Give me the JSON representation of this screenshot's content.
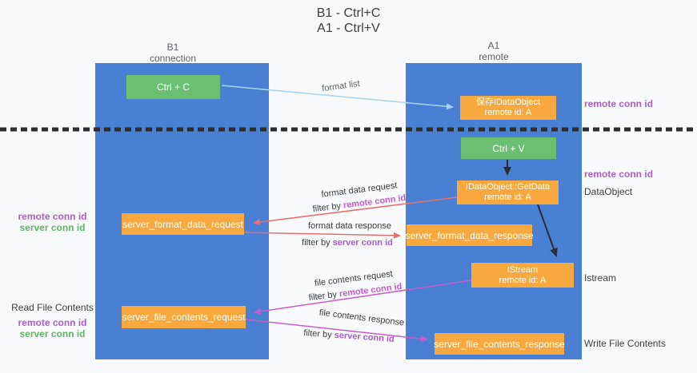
{
  "title": {
    "line1": "B1 - Ctrl+C",
    "line2": "A1 - Ctrl+V"
  },
  "columns": {
    "left": {
      "header_line1": "B1",
      "header_line2": "connection"
    },
    "right": {
      "header_line1": "A1",
      "header_line2": "remote"
    }
  },
  "boxes": {
    "ctrl_c": {
      "label": "Ctrl + C"
    },
    "save_idataobject": {
      "line1": "保存IDataObject",
      "line2": "remote id: A"
    },
    "ctrl_v": {
      "label": "Ctrl + V"
    },
    "getdata": {
      "line1": "IDataObject::GetData",
      "line2": "remote id: A"
    },
    "format_request": {
      "label": "server_format_data_request"
    },
    "format_response": {
      "label": "server_format_data_response"
    },
    "istream": {
      "line1": "IStream",
      "line2": "remote id: A"
    },
    "file_request": {
      "label": "server_file_contents_request"
    },
    "file_response": {
      "label": "server_file_contents_response"
    }
  },
  "arrow_labels": {
    "format_list": "format list",
    "format_data_request": "format data request",
    "format_data_response": "format data response",
    "file_contents_request": "file contents request",
    "file_contents_response": "file contents response",
    "filter_by": "filter by ",
    "remote_conn_id": "remote conn id",
    "server_conn_id": "server conn id"
  },
  "side_labels": {
    "remote_conn_id": "remote conn id",
    "server_conn_id": "server conn id",
    "dataobject": "DataObject",
    "istream": "Istream",
    "read_file_contents": "Read File Contents",
    "write_file_contents": "Write File Contents"
  },
  "colors": {
    "column_blue": "#4a80d4",
    "box_green": "#6cbf70",
    "box_orange": "#f7a83e",
    "arrow_light_blue": "#a9d3f1",
    "arrow_red": "#e57070",
    "arrow_magenta": "#cb5bcb",
    "arrow_black": "#2d2d2d",
    "label_purple": "#ab5fc6",
    "label_green": "#62b566"
  }
}
